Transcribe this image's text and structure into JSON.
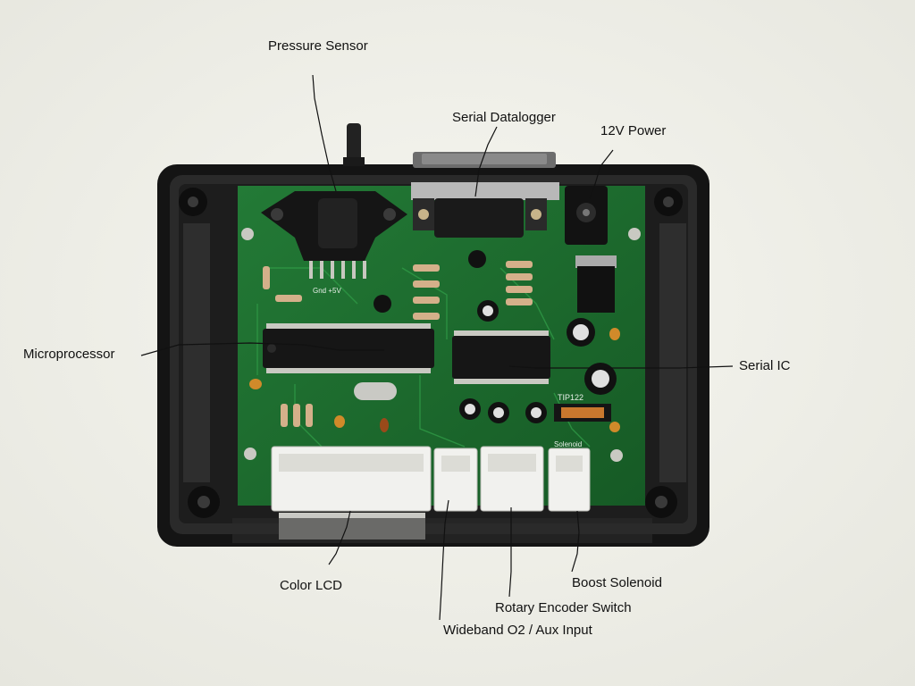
{
  "labels": {
    "pressure_sensor": "Pressure Sensor",
    "serial_datalogger": "Serial Datalogger",
    "power_12v": "12V Power",
    "microprocessor": "Microprocessor",
    "serial_ic": "Serial IC",
    "color_lcd": "Color LCD",
    "boost_solenoid": "Boost Solenoid",
    "rotary_encoder_switch": "Rotary Encoder Switch",
    "wideband_o2": "Wideband O2 / Aux Input"
  },
  "board_marks": {
    "tip122": "TIP122",
    "solenoid": "Solenoid",
    "gnd_5v": "Gnd +5V"
  },
  "colors": {
    "background": "#efefe8",
    "enclosure": "#1b1b1b",
    "pcb": "#1c6b2e",
    "ic": "#161616",
    "connector": "#f1f1ee"
  }
}
